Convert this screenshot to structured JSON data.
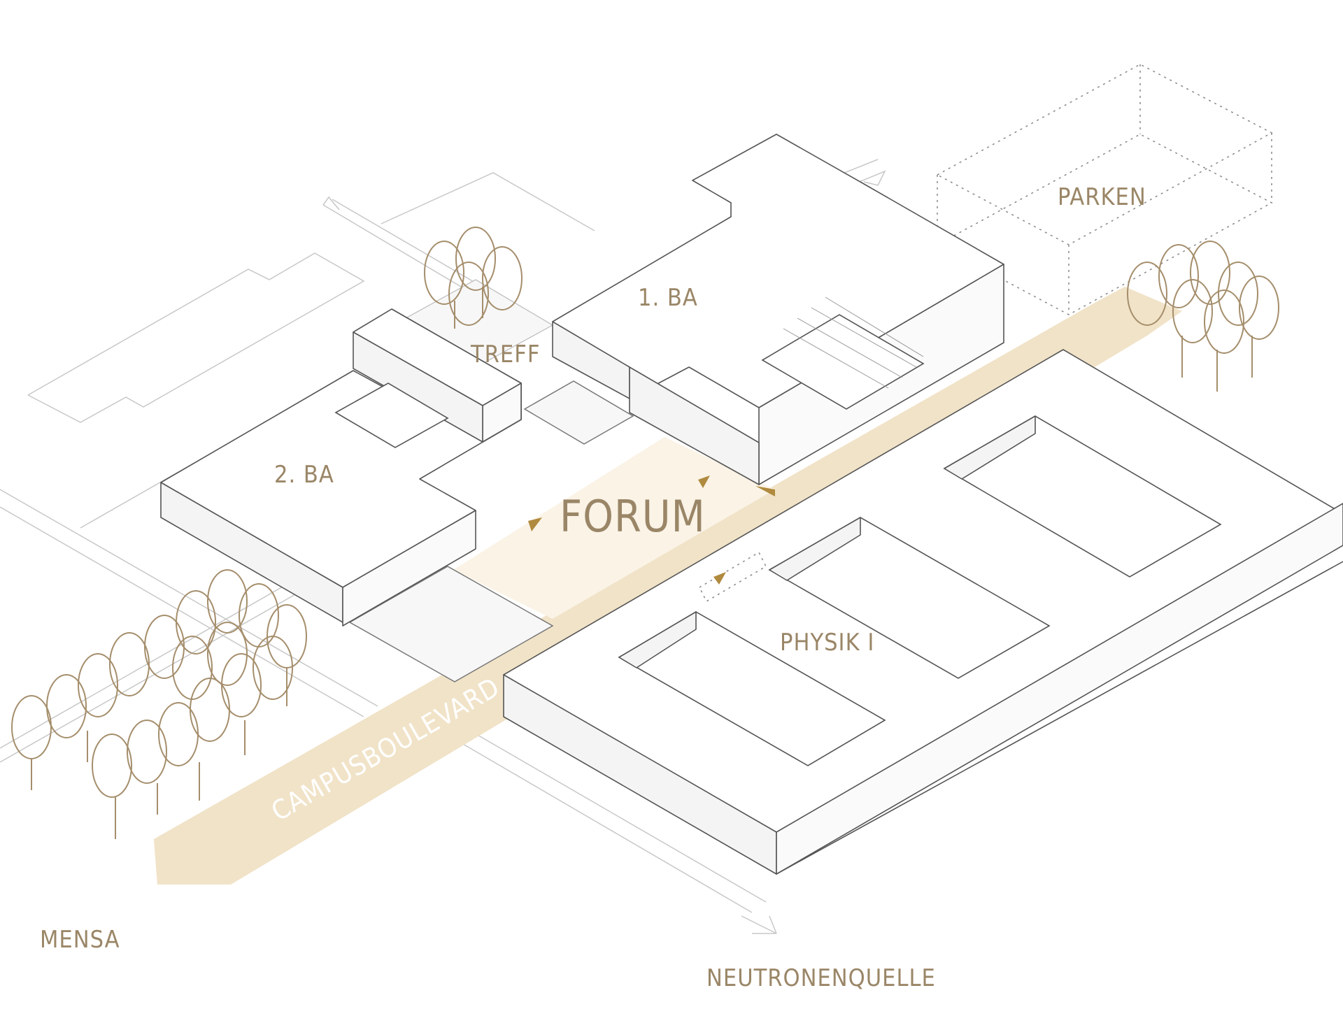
{
  "labels": {
    "forum": "FORUM",
    "ba1": "1. BA",
    "ba2": "2. BA",
    "treff": "TREFF",
    "parken": "PARKEN",
    "physik": "PHYSIK I",
    "mensa": "MENSA",
    "neutronenquelle": "NEUTRONENQUELLE",
    "campusboulevard": "CAMPUSBOULEVARD"
  },
  "colors": {
    "label": "#9a8667",
    "boulevard": "#f1e3c8",
    "forum_floor": "#faf3e6",
    "accent": "#b08a3e",
    "tree": "#a58e6c"
  }
}
